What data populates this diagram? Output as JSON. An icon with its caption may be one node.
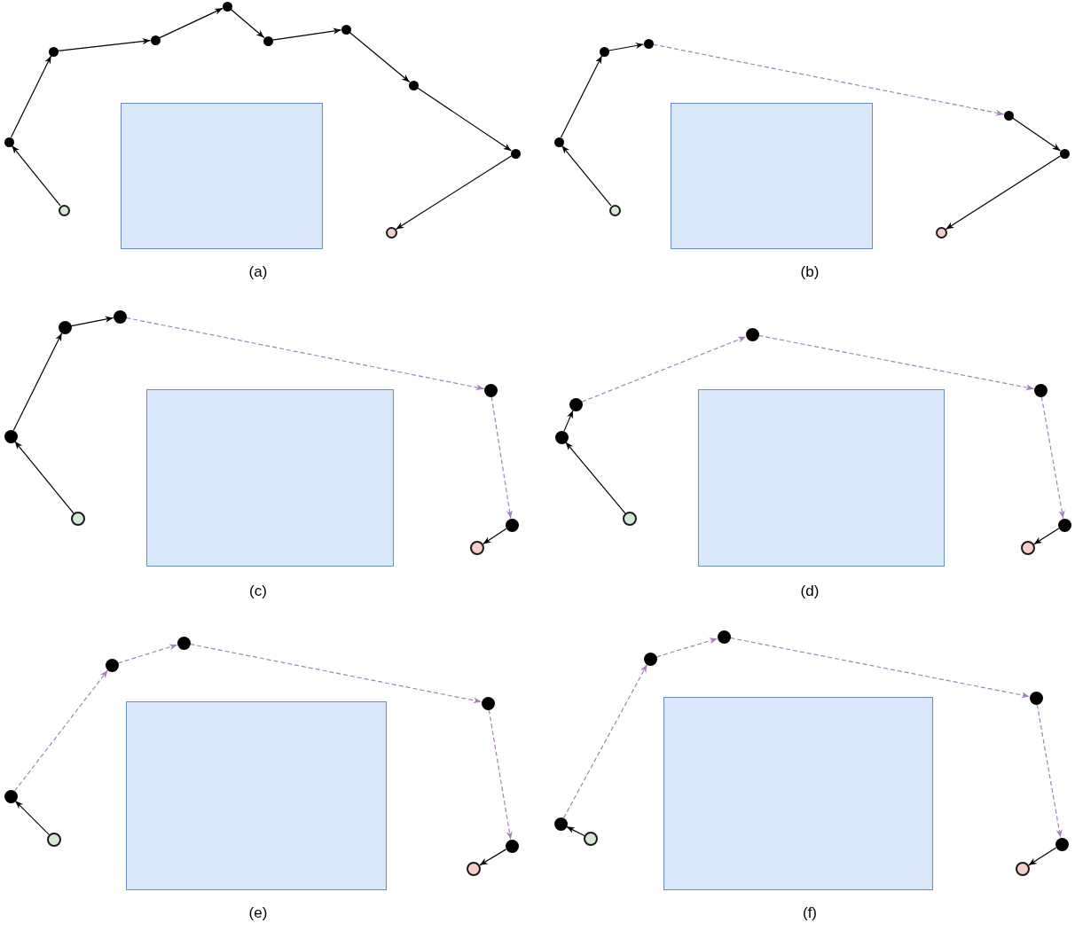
{
  "diagram": {
    "nodes": [
      {
        "text": [],
        "shape": "box"
      },
      {
        "text": [],
        "shape": "circle"
      },
      {
        "text": [],
        "shape": "circle"
      },
      {
        "text": [],
        "shape": "circle"
      },
      {
        "text": [],
        "shape": "circle"
      },
      {
        "text": [],
        "shape": "circle"
      },
      {
        "text": [],
        "shape": "circle"
      },
      {
        "text": [],
        "shape": "circle"
      },
      {
        "text": [],
        "shape": "circle"
      },
      {
        "text": [],
        "shape": "circle"
      },
      {
        "text": [],
        "shape": "circle"
      },
      {
        "text": [],
        "shape": "box"
      },
      {
        "text": [],
        "shape": "circle"
      },
      {
        "text": [],
        "shape": "circle"
      },
      {
        "text": [],
        "shape": "circle"
      },
      {
        "text": [],
        "shape": "circle"
      },
      {
        "text": [],
        "shape": "circle"
      },
      {
        "text": [],
        "shape": "circle"
      },
      {
        "text": [],
        "shape": "circle"
      },
      {
        "text": [],
        "shape": "box"
      },
      {
        "text": [],
        "shape": "circle"
      },
      {
        "text": [],
        "shape": "circle"
      },
      {
        "text": [],
        "shape": "circle"
      },
      {
        "text": [],
        "shape": "circle"
      },
      {
        "text": [],
        "shape": "circle"
      },
      {
        "text": [],
        "shape": "circle"
      },
      {
        "text": [],
        "shape": "circle"
      },
      {
        "text": [],
        "shape": "box"
      },
      {
        "text": [],
        "shape": "circle"
      },
      {
        "text": [],
        "shape": "circle"
      },
      {
        "text": [],
        "shape": "circle"
      },
      {
        "text": [],
        "shape": "circle"
      },
      {
        "text": [],
        "shape": "circle"
      },
      {
        "text": [],
        "shape": "circle"
      },
      {
        "text": [],
        "shape": "circle"
      },
      {
        "text": [],
        "shape": "box"
      },
      {
        "text": [],
        "shape": "circle"
      },
      {
        "text": [],
        "shape": "circle"
      },
      {
        "text": [],
        "shape": "circle"
      },
      {
        "text": [],
        "shape": "circle"
      },
      {
        "text": [],
        "shape": "circle"
      },
      {
        "text": [],
        "shape": "circle"
      },
      {
        "text": [],
        "shape": "circle"
      },
      {
        "text": [],
        "shape": "box"
      },
      {
        "text": [],
        "shape": "circle"
      },
      {
        "text": [],
        "shape": "circle"
      },
      {
        "text": [],
        "shape": "circle"
      },
      {
        "text": [],
        "shape": "circle"
      },
      {
        "text": [],
        "shape": "circle"
      },
      {
        "text": [],
        "shape": "circle"
      },
      {
        "text": [],
        "shape": "circle"
      }
    ],
    "edges": [
      {
        "from": 1,
        "to": 2,
        "arrow": "to"
      },
      {
        "from": 2,
        "to": 3,
        "arrow": "to"
      },
      {
        "from": 3,
        "to": 4,
        "arrow": "to"
      },
      {
        "from": 4,
        "to": 5,
        "arrow": "to"
      },
      {
        "from": 5,
        "to": 6,
        "arrow": "to"
      },
      {
        "from": 6,
        "to": 7,
        "arrow": "to"
      },
      {
        "from": 7,
        "to": 8,
        "arrow": "to"
      },
      {
        "from": 8,
        "to": 9,
        "arrow": "to"
      },
      {
        "from": 9,
        "to": 10,
        "arrow": "to"
      },
      {
        "from": 12,
        "to": 13,
        "arrow": "to"
      },
      {
        "from": 13,
        "to": 14,
        "arrow": "to"
      },
      {
        "from": 14,
        "to": 15,
        "arrow": "to"
      },
      {
        "from": 15,
        "to": 16,
        "arrow": "to",
        "style": "dashed",
        "color": "#a680b8"
      },
      {
        "from": 16,
        "to": 17,
        "arrow": "to"
      },
      {
        "from": 17,
        "to": 18,
        "arrow": "to"
      },
      {
        "from": 20,
        "to": 21,
        "arrow": "to"
      },
      {
        "from": 21,
        "to": 22,
        "arrow": "to"
      },
      {
        "from": 22,
        "to": 23,
        "arrow": "to"
      },
      {
        "from": 23,
        "to": 24,
        "arrow": "to",
        "style": "dashed",
        "color": "#a680b8"
      },
      {
        "from": 24,
        "to": 25,
        "arrow": "to",
        "style": "dashed",
        "color": "#a680b8"
      },
      {
        "from": 25,
        "to": 26,
        "arrow": "to"
      },
      {
        "from": 28,
        "to": 29,
        "arrow": "to"
      },
      {
        "from": 29,
        "to": 30,
        "arrow": "to"
      },
      {
        "from": 30,
        "to": 31,
        "arrow": "to",
        "style": "dashed",
        "color": "#a680b8"
      },
      {
        "from": 31,
        "to": 32,
        "arrow": "to",
        "style": "dashed",
        "color": "#a680b8"
      },
      {
        "from": 32,
        "to": 33,
        "arrow": "to",
        "style": "dashed",
        "color": "#a680b8"
      },
      {
        "from": 33,
        "to": 34,
        "arrow": "to"
      },
      {
        "from": 36,
        "to": 37,
        "arrow": "to"
      },
      {
        "from": 37,
        "to": 38,
        "arrow": "to",
        "style": "dashed",
        "color": "#a680b8"
      },
      {
        "from": 38,
        "to": 39,
        "arrow": "to",
        "style": "dashed",
        "color": "#a680b8"
      },
      {
        "from": 39,
        "to": 40,
        "arrow": "to",
        "style": "dashed",
        "color": "#a680b8"
      },
      {
        "from": 40,
        "to": 41,
        "arrow": "to",
        "style": "dashed",
        "color": "#a680b8"
      },
      {
        "from": 41,
        "to": 42,
        "arrow": "to"
      },
      {
        "from": 44,
        "to": 45,
        "arrow": "to"
      },
      {
        "from": 45,
        "to": 46,
        "arrow": "to",
        "style": "dashed",
        "color": "#a680b8"
      },
      {
        "from": 46,
        "to": 47,
        "arrow": "to",
        "style": "dashed",
        "color": "#a680b8"
      },
      {
        "from": 47,
        "to": 48,
        "arrow": "to",
        "style": "dashed",
        "color": "#a680b8"
      },
      {
        "from": 48,
        "to": 49,
        "arrow": "to",
        "style": "dashed",
        "color": "#a680b8"
      },
      {
        "from": 49,
        "to": 50,
        "arrow": "to"
      }
    ],
    "labels": [
      "(a)",
      "(b)",
      "(c)",
      "(d)",
      "(e)",
      "(f)"
    ]
  }
}
